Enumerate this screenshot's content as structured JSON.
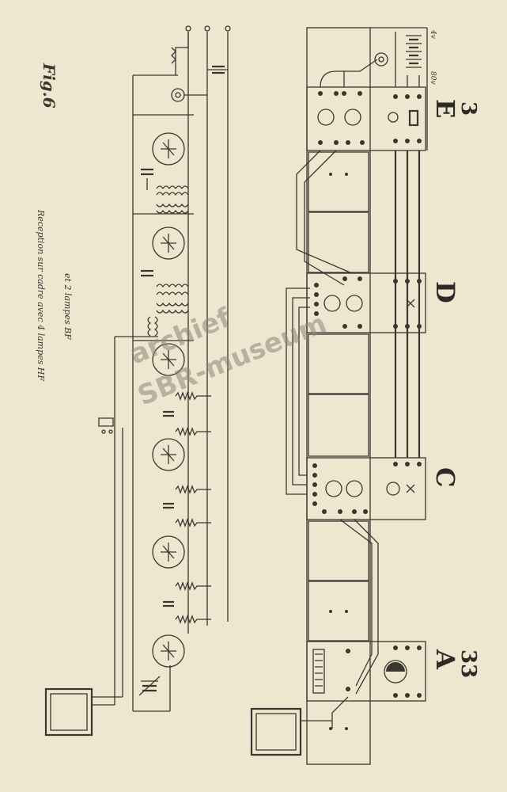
{
  "figure": {
    "number_label": "Fig.6",
    "caption_line1": "Reception sur cadre avec 4 lampes HF",
    "caption_line2": "et 2 lampes BF"
  },
  "units": [
    {
      "id": "A",
      "letter": "A",
      "number": "33"
    },
    {
      "id": "C",
      "letter": "C",
      "number": ""
    },
    {
      "id": "D",
      "letter": "D",
      "number": ""
    },
    {
      "id": "E",
      "letter": "E",
      "number": "3"
    }
  ],
  "battery": {
    "label_80v": "80v",
    "label_4v": "4v"
  },
  "watermark": {
    "line1": "archief",
    "line2": "SBR-museum"
  }
}
